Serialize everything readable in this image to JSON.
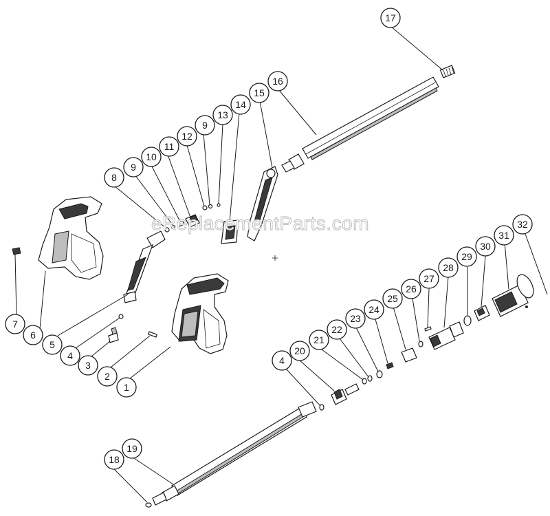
{
  "watermark": "eReplacementParts.com",
  "callouts": [
    "1",
    "2",
    "3",
    "4",
    "5",
    "6",
    "7",
    "8",
    "9",
    "10",
    "11",
    "12",
    "9",
    "13",
    "14",
    "15",
    "16",
    "17",
    "18",
    "19",
    "4",
    "20",
    "21",
    "22",
    "23",
    "24",
    "25",
    "26",
    "27",
    "28",
    "29",
    "30",
    "31",
    "32"
  ],
  "colors": {
    "line": "#1a1a1a",
    "fill_dark": "#3a3a3a",
    "fill_grey": "#bdbdbd",
    "background": "#ffffff"
  }
}
